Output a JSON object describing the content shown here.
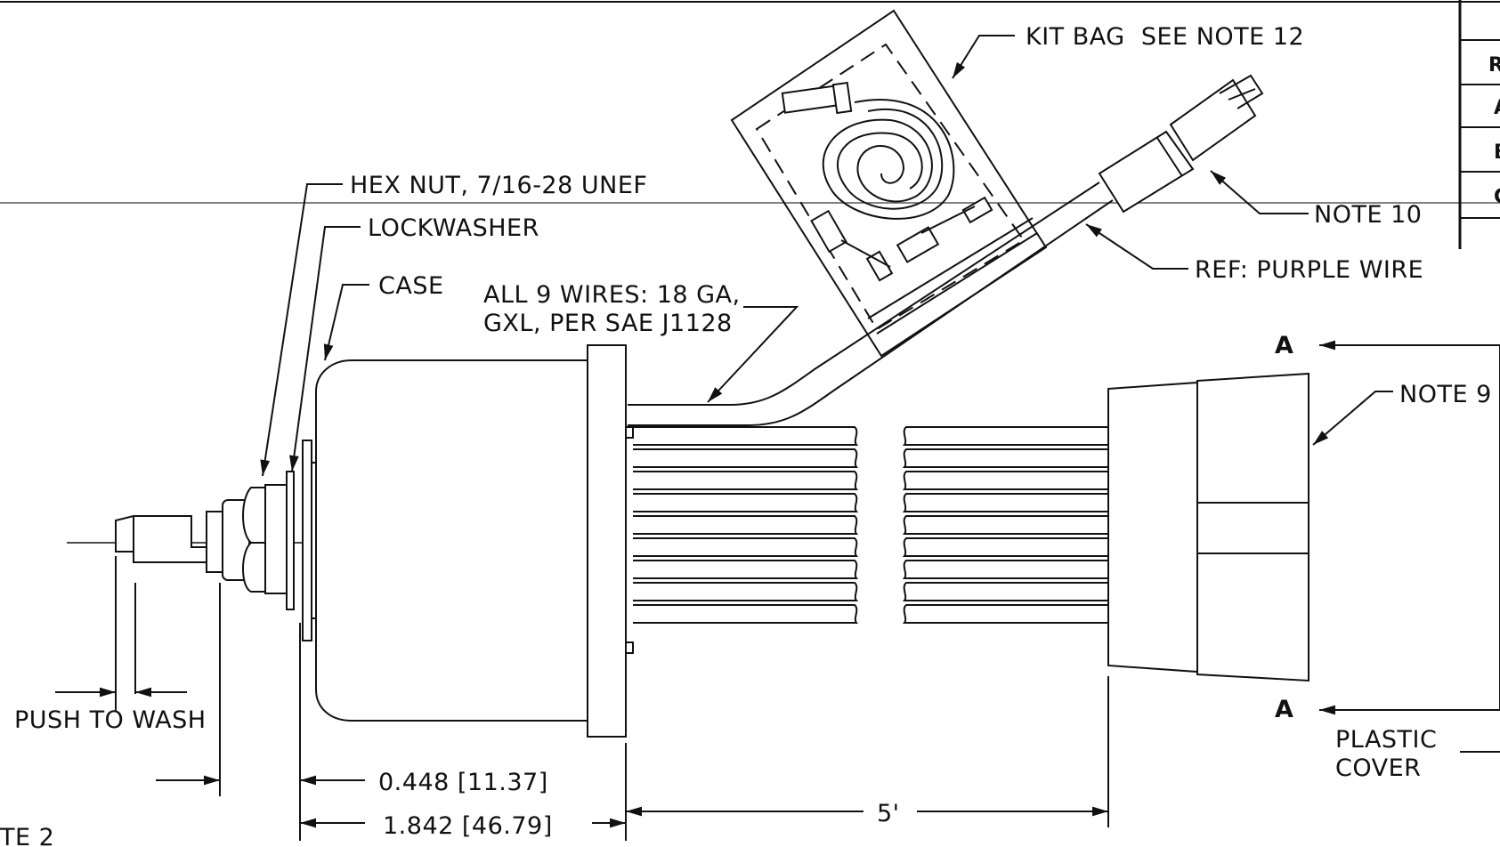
{
  "callouts": {
    "kit_bag": "KIT BAG  SEE NOTE 12",
    "hex_nut": "HEX NUT, 7/16-28 UNEF",
    "lockwasher": "LOCKWASHER",
    "case": "CASE",
    "wires_line1": "ALL 9 WIRES: 18 GA,",
    "wires_line2": "GXL, PER SAE J1128",
    "note_10": "NOTE 10",
    "purple_wire": "REF: PURPLE WIRE",
    "note_9": "NOTE 9",
    "push_to_wash": "PUSH TO WASH",
    "plastic_cover_line1": "PLASTIC",
    "plastic_cover_line2": "COVER",
    "section_a_top": "A",
    "section_a_bottom": "A",
    "partial_note": "TE 2"
  },
  "dimensions": {
    "flange_thickness": "0.448 [11.37]",
    "body_length": "1.842 [46.79]",
    "lead_length": "5'"
  },
  "title_block": {
    "row_letters": [
      "R",
      "A",
      "B",
      "C"
    ]
  }
}
